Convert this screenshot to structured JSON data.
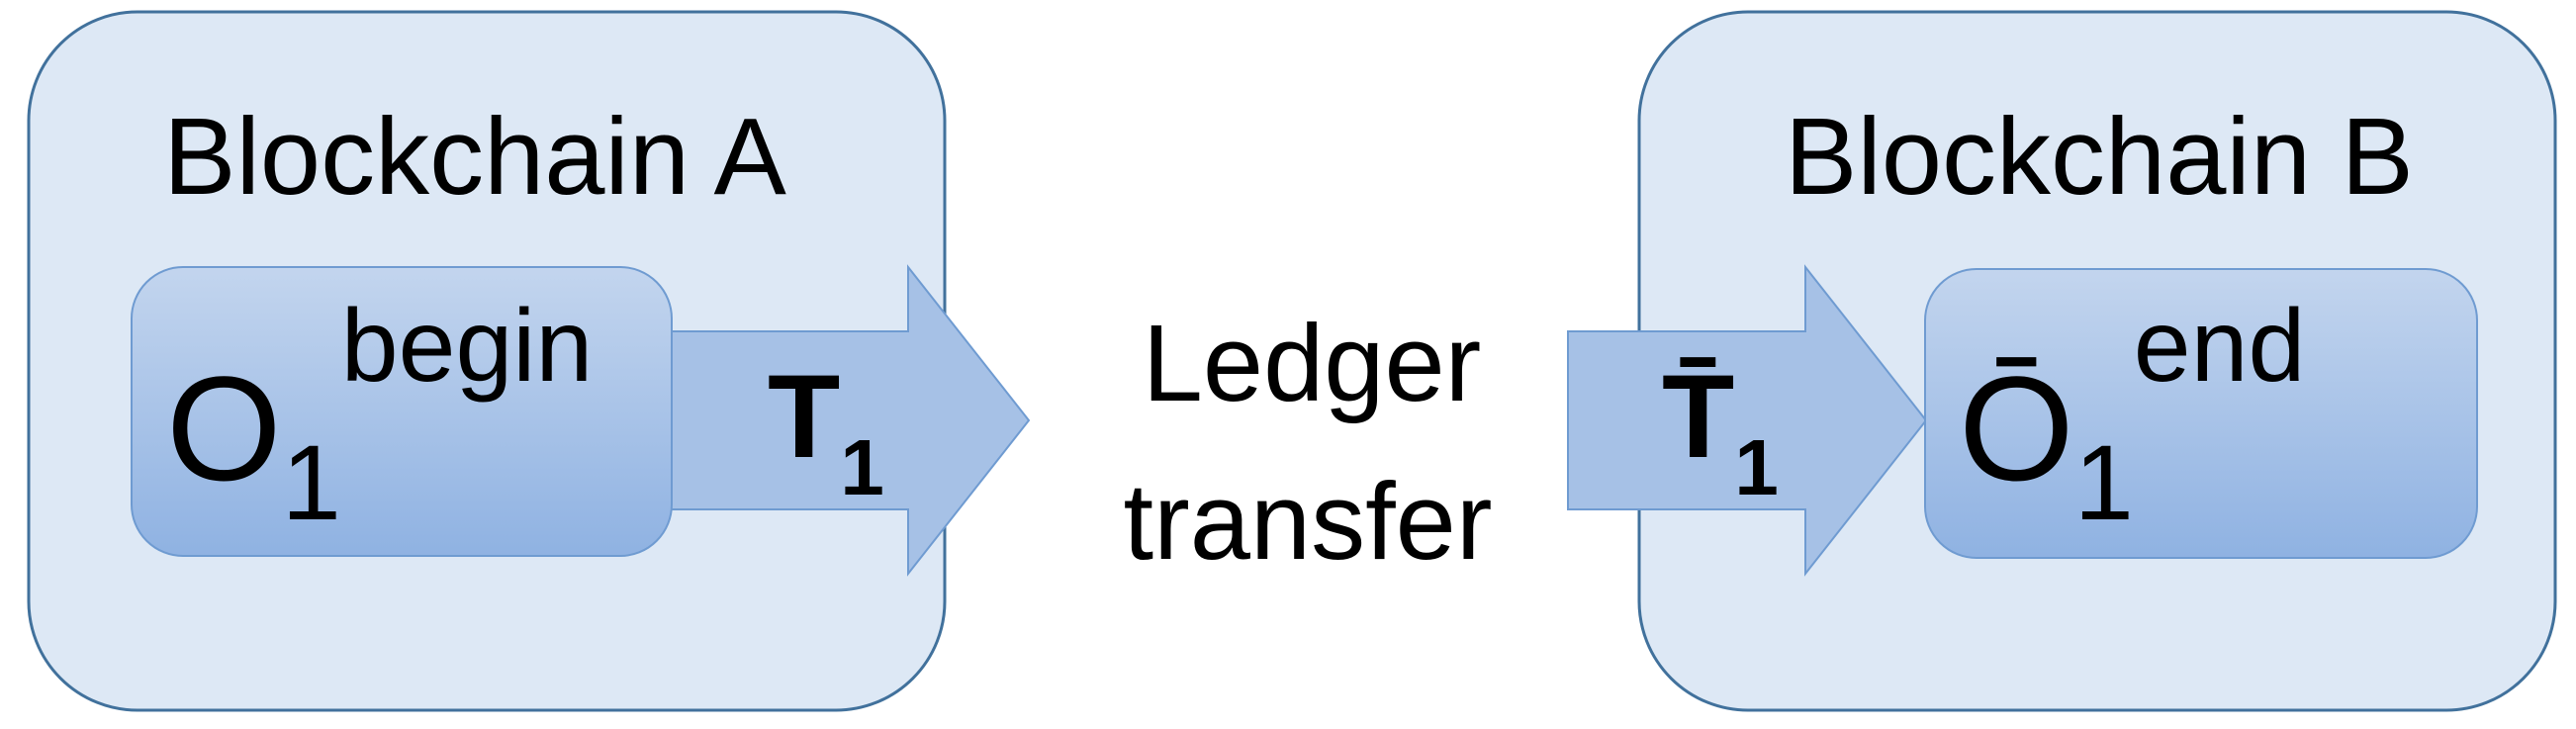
{
  "chain_a": {
    "title": "Blockchain A",
    "object": {
      "base": "O",
      "sub": "1",
      "sup": "begin"
    },
    "transaction": {
      "base": "T",
      "sub": "1"
    }
  },
  "middle": {
    "line1": "Ledger",
    "line2": "transfer"
  },
  "chain_b": {
    "title": "Blockchain B",
    "object": {
      "base": "Ō",
      "sub": "1",
      "sup": "end"
    },
    "transaction": {
      "base": "T̄",
      "sub": "1"
    }
  },
  "colors": {
    "container_fill": "#dde8f5",
    "container_stroke": "#41719c",
    "block_top": "#c3d5ee",
    "block_bottom": "#8fb2e2",
    "block_stroke": "#6f9bd1",
    "arrow_fill": "#a6c1e6",
    "arrow_stroke": "#6f9bd1",
    "text": "#000000"
  }
}
